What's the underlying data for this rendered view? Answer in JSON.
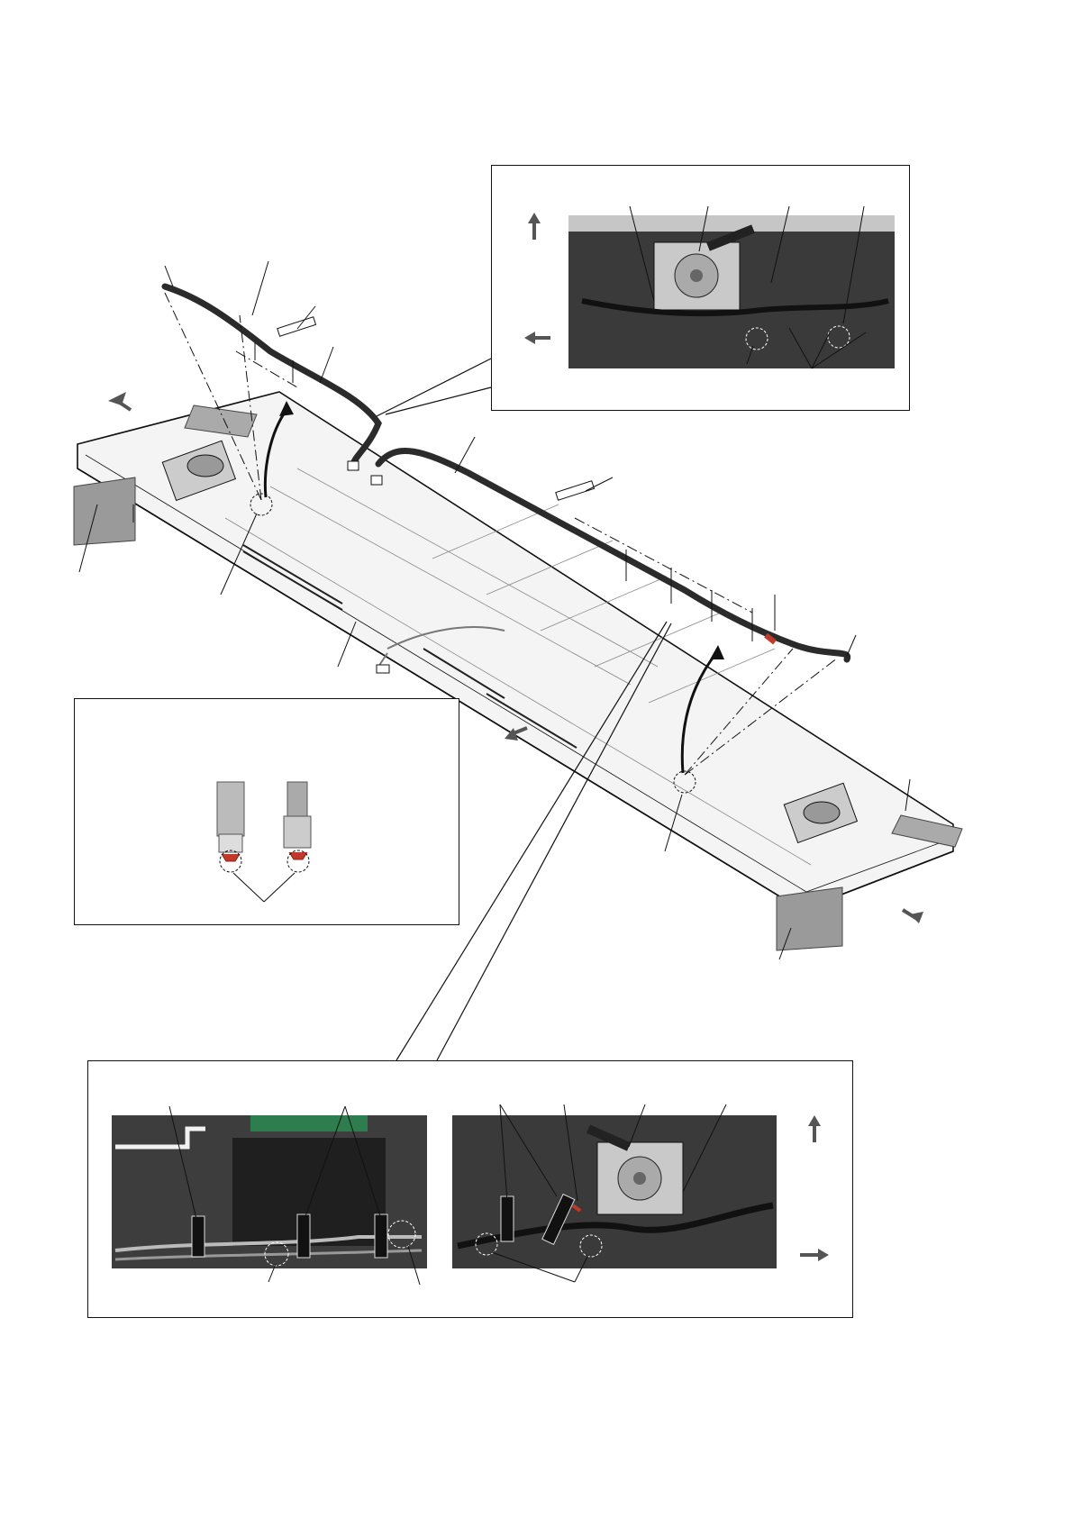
{
  "figure": {
    "title": "",
    "insets": [
      {
        "id": "speaker-right-detail"
      },
      {
        "id": "terminal-detail"
      },
      {
        "id": "wire-routing-detail"
      }
    ],
    "icons": [
      "arrow-up-icon",
      "arrow-left-icon",
      "arrow-right-icon",
      "direction-arrow-icon",
      "tape-icon",
      "speaker-icon",
      "terminal-icon"
    ],
    "colors": {
      "line": "#111111",
      "cable": "#2b2b2b",
      "photo_bg": "#3a3a3a",
      "pad": "#9a9a9a",
      "arrow": "#555555",
      "red_wire": "#c0392b"
    }
  }
}
